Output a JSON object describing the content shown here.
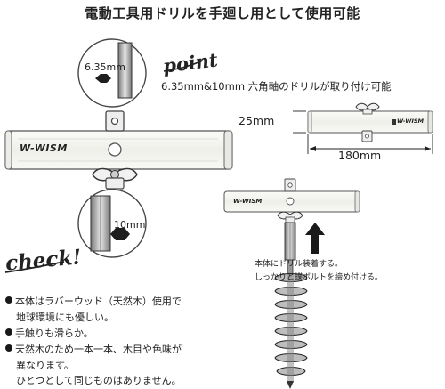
{
  "title": "電動工具用ドリルを手廻し用として使用可能",
  "point": {
    "word": "point",
    "text": "6.35mm&10mm 六角軸のドリルが取り付け可能"
  },
  "callouts": {
    "hex_small": "6.35mm",
    "hex_large": "10mm"
  },
  "brand": "W-WISM",
  "dimensions": {
    "height": "25mm",
    "width": "180mm"
  },
  "diagram_note": {
    "line1": "本体にドリル装着する。",
    "line2": "しっかりと蝶ボルトを締め付ける。"
  },
  "check": {
    "word": "check!",
    "items": [
      {
        "line1": "本体はラバーウッド（天然木）使用で",
        "line2": "地球環境にも優しい。"
      },
      {
        "line1": "手触りも滑らか。"
      },
      {
        "line1": "天然木のため一本一本、木目や色味が",
        "line2": "異なります。",
        "line3": "ひとつとして同じものはありません。"
      }
    ]
  },
  "colors": {
    "wood": "#f6f6f3",
    "outline": "#444444",
    "text": "#222222",
    "bullet": "#1a1a1a"
  }
}
